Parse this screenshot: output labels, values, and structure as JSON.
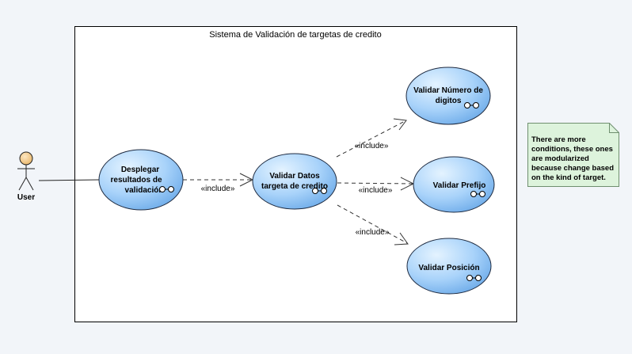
{
  "diagram": {
    "system_title": "Sistema de Validación de targetas de credito",
    "actor": {
      "label": "User"
    },
    "use_cases": {
      "desplegar": {
        "lines": [
          "Desplegar",
          "resultados de",
          "validación"
        ]
      },
      "validar_datos": {
        "lines": [
          "Validar Datos",
          "targeta de credito"
        ]
      },
      "validar_numero": {
        "lines": [
          "Validar Número de",
          "digitos"
        ]
      },
      "validar_prefijo": {
        "lines": [
          "Validar Prefijo"
        ]
      },
      "validar_posicion": {
        "lines": [
          "Validar Posición"
        ]
      }
    },
    "relations": {
      "include_1": "«include»",
      "include_2": "«include»",
      "include_3": "«include»",
      "include_4": "«include»"
    },
    "note": {
      "lines": [
        "There are more",
        "conditions, these ones",
        "are modularized",
        "because change based",
        "on the kind of target."
      ]
    },
    "colors": {
      "usecase_fill_light": "#dcefff",
      "usecase_fill_dark": "#7ab6ee",
      "usecase_stroke": "#1f2b40",
      "note_fill": "#ddf3dc",
      "actor_head": "#f4cf98",
      "system_border": "#000000"
    }
  }
}
